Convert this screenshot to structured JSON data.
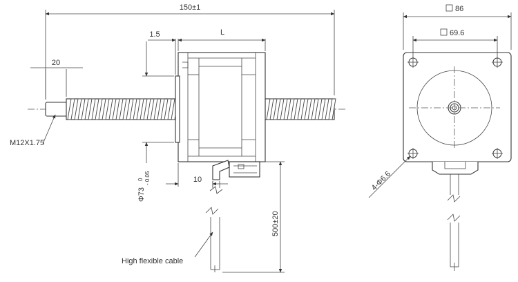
{
  "dimensions": {
    "total_length": "150±1",
    "thread_length": "20",
    "shaft_step": "1.5",
    "body_length": "L",
    "boss_dia": "Φ73",
    "boss_tol_upper": "0",
    "boss_tol_lower": "- 0.05",
    "connector_offset": "10",
    "cable_length": "500±20",
    "flange_square": "86",
    "hole_spacing": "69.6",
    "mount_holes": "4-Φ6.6"
  },
  "labels": {
    "thread_spec": "M12X1.75",
    "cable_note": "High flexible cable"
  }
}
